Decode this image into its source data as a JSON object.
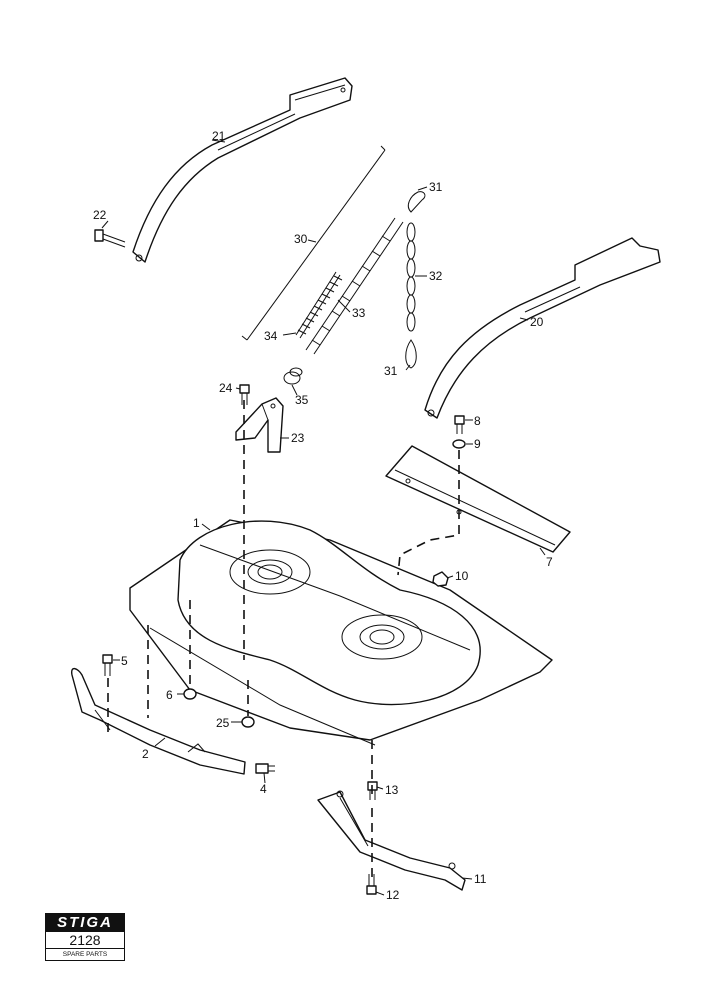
{
  "diagram": {
    "callouts": {
      "p1": "1",
      "p2": "2",
      "p4": "4",
      "p5": "5",
      "p6": "6",
      "p7": "7",
      "p8": "8",
      "p9": "9",
      "p10": "10",
      "p11": "11",
      "p12": "12",
      "p13": "13",
      "p20": "20",
      "p21": "21",
      "p22": "22",
      "p23": "23",
      "p24": "24",
      "p25": "25",
      "p30": "30",
      "p31a": "31",
      "p31b": "31",
      "p32": "32",
      "p33": "33",
      "p34": "34",
      "p35": "35"
    }
  },
  "logo": {
    "brand": "STIGA",
    "number": "2128",
    "caption": "SPARE PARTS"
  }
}
